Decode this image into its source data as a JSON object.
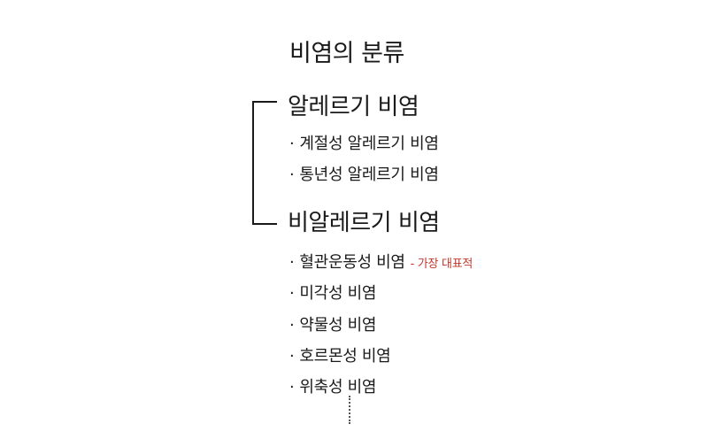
{
  "title": "비염의 분류",
  "categories": [
    {
      "label": "알레르기 비염",
      "items": [
        {
          "bullet": "·",
          "label": "계절성 알레르기 비염"
        },
        {
          "bullet": "·",
          "label": "통년성 알레르기 비염"
        }
      ]
    },
    {
      "label": "비알레르기 비염",
      "items": [
        {
          "bullet": "·",
          "label": "혈관운동성 비염",
          "note": "- 가장 대표적"
        },
        {
          "bullet": "·",
          "label": "미각성 비염"
        },
        {
          "bullet": "·",
          "label": "약물성 비염"
        },
        {
          "bullet": "·",
          "label": "호르몬성 비염"
        },
        {
          "bullet": "·",
          "label": "위축성 비염"
        }
      ]
    }
  ],
  "colors": {
    "text": "#1a1a1a",
    "note": "#c0392b",
    "line": "#1a1a1a"
  }
}
